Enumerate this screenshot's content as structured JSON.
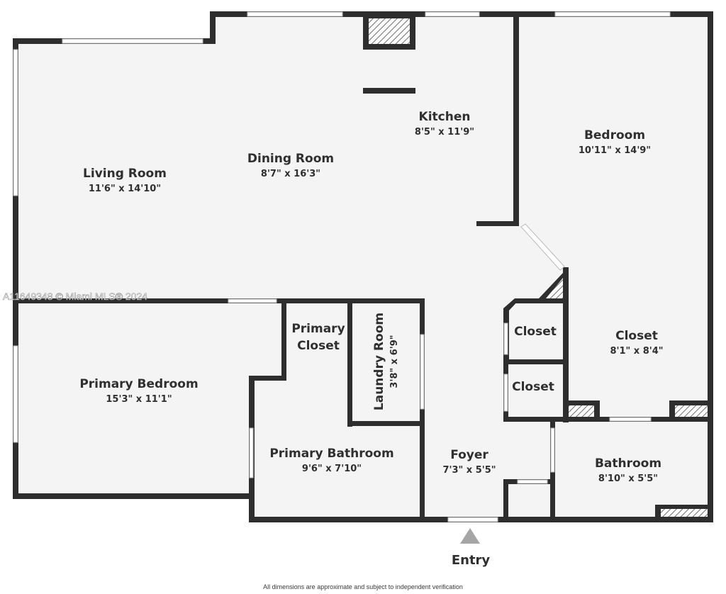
{
  "rooms": {
    "living_room": {
      "name": "Living Room",
      "dims": "11'6\" x 14'10\""
    },
    "dining_room": {
      "name": "Dining Room",
      "dims": "8'7\" x 16'3\""
    },
    "kitchen": {
      "name": "Kitchen",
      "dims": "8'5\" x 11'9\""
    },
    "bedroom": {
      "name": "Bedroom",
      "dims": "10'11\" x 14'9\""
    },
    "primary_bedroom": {
      "name": "Primary Bedroom",
      "dims": "15'3\" x 11'1\""
    },
    "primary_closet": {
      "name_line1": "Primary",
      "name_line2": "Closet"
    },
    "laundry_room": {
      "name": "Laundry Room",
      "dims": "3'8\" x 6'9\""
    },
    "closet_upper": {
      "name": "Closet"
    },
    "closet_lower": {
      "name": "Closet"
    },
    "bedroom_closet": {
      "name": "Closet",
      "dims": "8'1\" x 8'4\""
    },
    "primary_bathroom": {
      "name": "Primary Bathroom",
      "dims": "9'6\" x 7'10\""
    },
    "foyer": {
      "name": "Foyer",
      "dims": "7'3\" x 5'5\""
    },
    "bathroom": {
      "name": "Bathroom",
      "dims": "8'10\" x 5'5\""
    }
  },
  "entry": {
    "label": "Entry"
  },
  "watermark": "A11649348 © Miami MLS® 2024",
  "disclaimer": "All dimensions are approximate and subject to independent verification",
  "colors": {
    "wall": "#2e2e2e",
    "floor": "#f4f4f4",
    "text": "#2f2f2f",
    "entry_arrow": "#a6a6a6"
  },
  "icons": [
    "entry-arrow-icon"
  ]
}
